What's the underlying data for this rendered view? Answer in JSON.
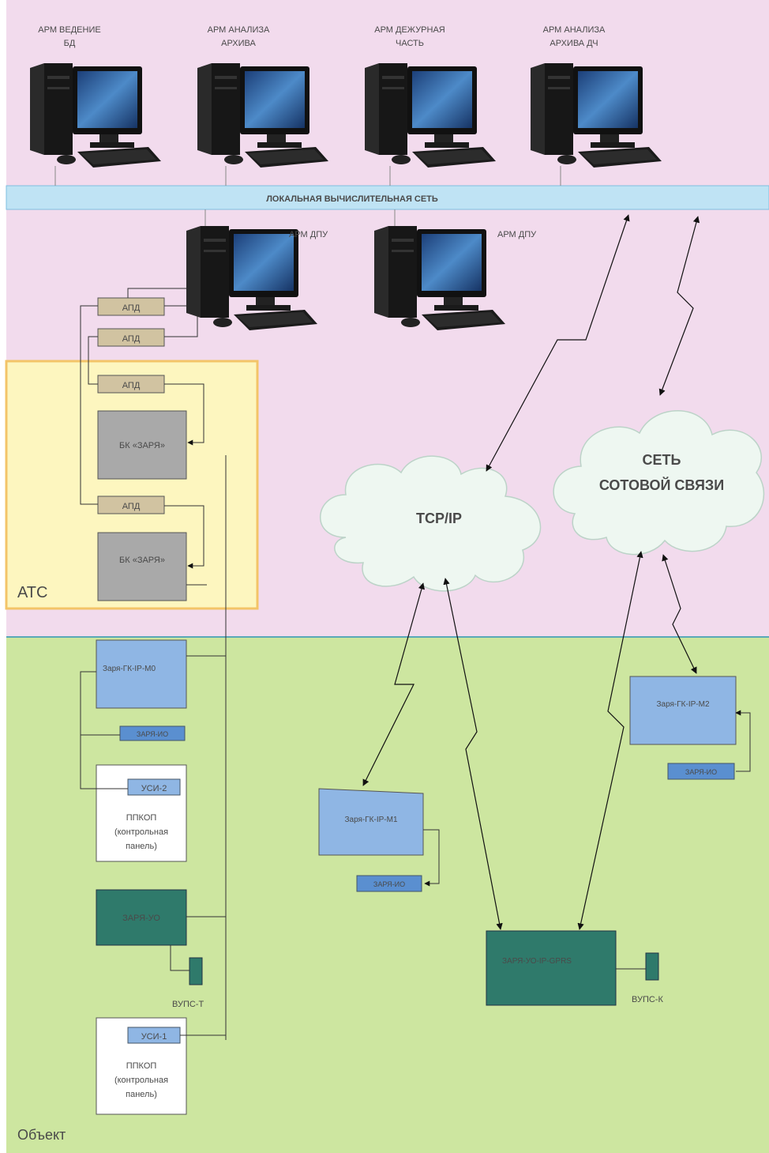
{
  "workstations_top": [
    {
      "line1": "АРМ ВЕДЕНИЕ",
      "line2": "БД"
    },
    {
      "line1": "АРМ АНАЛИЗА",
      "line2": "АРХИВА"
    },
    {
      "line1": "АРМ ДЕЖУРНАЯ",
      "line2": "ЧАСТЬ"
    },
    {
      "line1": "АРМ АНАЛИЗА",
      "line2": "АРХИВА ДЧ"
    }
  ],
  "lan_label": "ЛОКАЛЬНАЯ ВЫЧИСЛИТЕЛЬНАЯ СЕТЬ",
  "dpu": [
    "АРМ ДПУ",
    "АРМ ДПУ"
  ],
  "apd": [
    "АПД",
    "АПД",
    "АПД",
    "АПД"
  ],
  "bk": [
    "БК «ЗАРЯ»",
    "БК «ЗАРЯ»"
  ],
  "ats_label": "АТС",
  "object_label": "Объект",
  "clouds": {
    "tcpip": "TCP/IP",
    "cellular_line1": "СЕТЬ",
    "cellular_line2": "СОТОВОЙ СВЯЗИ"
  },
  "devices": {
    "gk_m0": "Заря-ГК-IP-M0",
    "io_left": "ЗАРЯ-ИО",
    "usi2": "УСИ-2",
    "usi1": "УСИ-1",
    "ppkop_1": "ППКОП",
    "ppkop_2": "(контрольная",
    "ppkop_3": "панель)",
    "zarya_uo": "ЗАРЯ-УО",
    "vups_t": "ВУПС-Т",
    "gk_m1": "Заря-ГК-IP-M1",
    "io_m1": "ЗАРЯ-ИО",
    "gk_m2": "Заря-ГК-IP-M2",
    "io_m2": "ЗАРЯ-ИО",
    "uo_gprs": "ЗАРЯ-УО-IP-GPRS",
    "vups_k": "ВУПС-К"
  }
}
